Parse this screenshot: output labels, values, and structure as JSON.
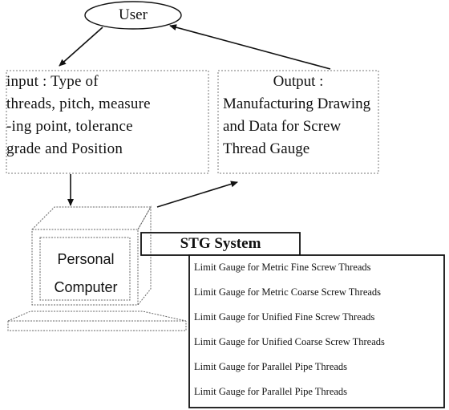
{
  "user": {
    "label": "User"
  },
  "input_box": {
    "lines": [
      "input : Type of",
      "threads, pitch, measure",
      "-ing point, tolerance",
      "grade and Position"
    ]
  },
  "output_box": {
    "title": "Output :",
    "lines": [
      "Manufacturing Drawing",
      "and Data for Screw",
      "Thread Gauge"
    ]
  },
  "computer": {
    "line1": "Personal",
    "line2": "Computer"
  },
  "stg_system": {
    "title": "STG System",
    "items": [
      "Limit Gauge for Metric Fine Screw Threads",
      "Limit Gauge for Metric   Coarse Screw Threads",
      "Limit Gauge for  Unified Fine  Screw Threads",
      "Limit Gauge for  Unified Coarse Screw Threads",
      "Limit Gauge for Parallel Pipe Threads",
      "Limit Gauge for Parallel Pipe Threads"
    ]
  }
}
